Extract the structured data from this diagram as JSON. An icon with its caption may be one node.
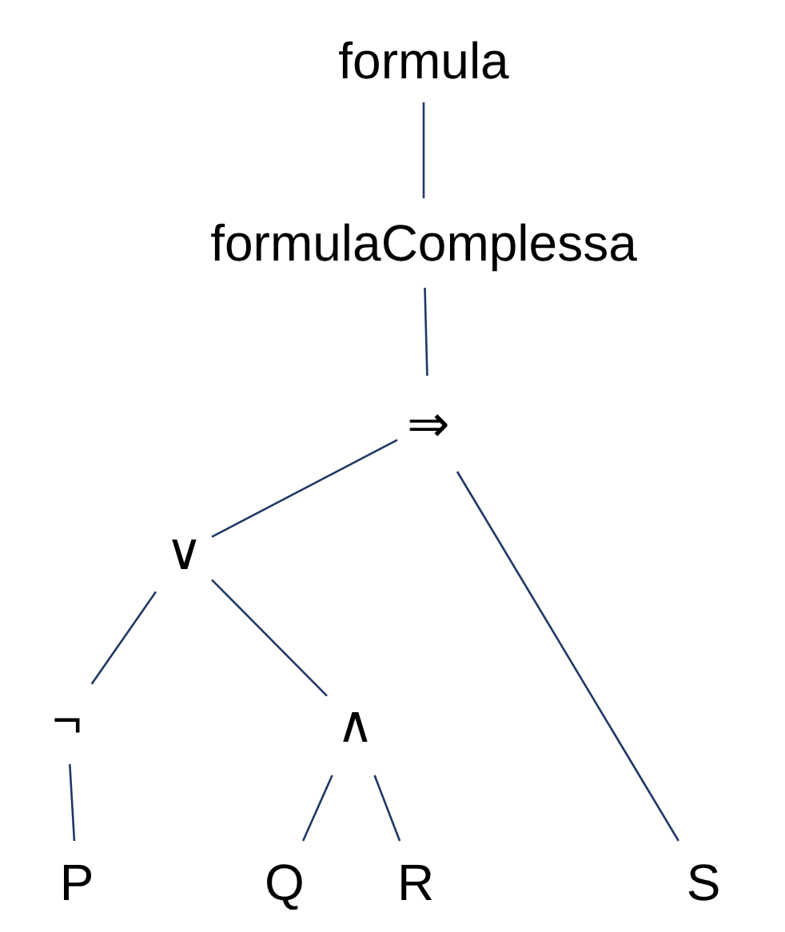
{
  "diagram": {
    "nodes": [
      {
        "text": [
          "formula"
        ]
      },
      {
        "text": [
          "formulaComplessa"
        ]
      },
      {
        "text": [
          "⇒"
        ]
      },
      {
        "text": [
          "∨"
        ]
      },
      {
        "text": [
          "¬"
        ]
      },
      {
        "text": [
          "∧"
        ]
      },
      {
        "text": [
          "P"
        ]
      },
      {
        "text": [
          "Q"
        ]
      },
      {
        "text": [
          "R"
        ]
      },
      {
        "text": [
          "S"
        ]
      }
    ],
    "edges": [
      {
        "from": 0,
        "to": 1,
        "arrow": "none"
      },
      {
        "from": 1,
        "to": 2,
        "arrow": "none"
      },
      {
        "from": 2,
        "to": 3,
        "arrow": "none"
      },
      {
        "from": 2,
        "to": 9,
        "arrow": "none"
      },
      {
        "from": 3,
        "to": 4,
        "arrow": "none"
      },
      {
        "from": 3,
        "to": 5,
        "arrow": "none"
      },
      {
        "from": 4,
        "to": 6,
        "arrow": "none"
      },
      {
        "from": 5,
        "to": 7,
        "arrow": "none"
      },
      {
        "from": 5,
        "to": 8,
        "arrow": "none"
      }
    ]
  }
}
